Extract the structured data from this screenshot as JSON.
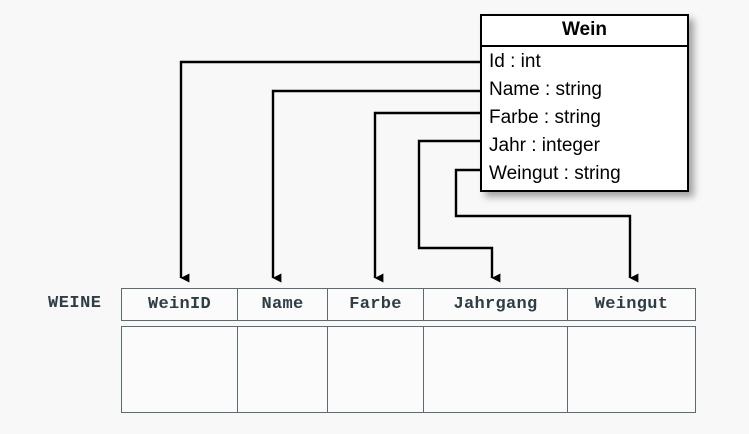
{
  "diagram": {
    "title": "Wein",
    "background_color": "#f8f8f8",
    "line_color": "#000000",
    "table_border_color": "#5a6b72",
    "table_text_color": "#2d3e45"
  },
  "uml_class": {
    "name": "Wein",
    "attributes": [
      {
        "label": "Id : int",
        "name": "Id",
        "type": "int"
      },
      {
        "label": "Name : string",
        "name": "Name",
        "type": "string"
      },
      {
        "label": "Farbe : string",
        "name": "Farbe",
        "type": "string"
      },
      {
        "label": "Jahr : integer",
        "name": "Jahr",
        "type": "integer"
      },
      {
        "label": "Weingut : string",
        "name": "Weingut",
        "type": "string"
      }
    ]
  },
  "db_table": {
    "label": "WEINE",
    "columns": [
      {
        "header": "WeinID"
      },
      {
        "header": "Name"
      },
      {
        "header": "Farbe"
      },
      {
        "header": "Jahrgang"
      },
      {
        "header": "Weingut"
      }
    ],
    "rows": [
      [
        "",
        "",
        "",
        "",
        ""
      ]
    ]
  },
  "mappings": [
    {
      "from": "Id",
      "to": "WeinID"
    },
    {
      "from": "Name",
      "to": "Name"
    },
    {
      "from": "Farbe",
      "to": "Farbe"
    },
    {
      "from": "Jahr",
      "to": "Jahrgang"
    },
    {
      "from": "Weingut",
      "to": "Weingut"
    }
  ]
}
